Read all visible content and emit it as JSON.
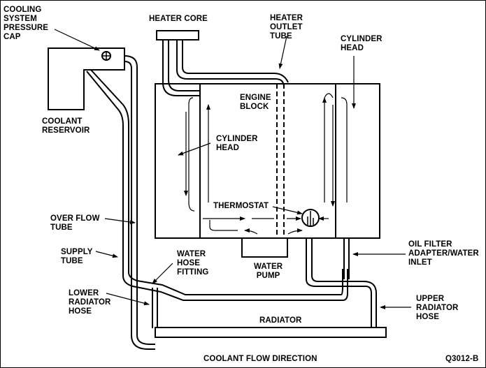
{
  "diagram": {
    "title": "COOLANT FLOW DIRECTION",
    "figure_id": "Q3012-B",
    "colors": {
      "ink": "#000000",
      "background": "#ffffff"
    },
    "labels": {
      "pressure_cap": "COOLING\nSYSTEM\nPRESSURE\nCAP",
      "coolant_reservoir": "COOLANT\nRESERVOIR",
      "heater_core": "HEATER CORE",
      "heater_outlet_tube": "HEATER\nOUTLET\nTUBE",
      "cylinder_head_right": "CYLINDER\nHEAD",
      "engine_block": "ENGINE\nBLOCK",
      "cylinder_head_left": "CYLINDER\nHEAD",
      "thermostat": "THERMOSTAT",
      "over_flow_tube": "OVER FLOW\nTUBE",
      "supply_tube": "SUPPLY\nTUBE",
      "water_hose_fitting": "WATER\nHOSE\nFITTING",
      "water_pump": "WATER\nPUMP",
      "oil_filter_adapter": "OIL FILTER\nADAPTER/WATER\nINLET",
      "lower_radiator_hose": "LOWER\nRADIATOR\nHOSE",
      "upper_radiator_hose": "UPPER\nRADIATOR\nHOSE",
      "radiator": "RADIATOR"
    }
  }
}
